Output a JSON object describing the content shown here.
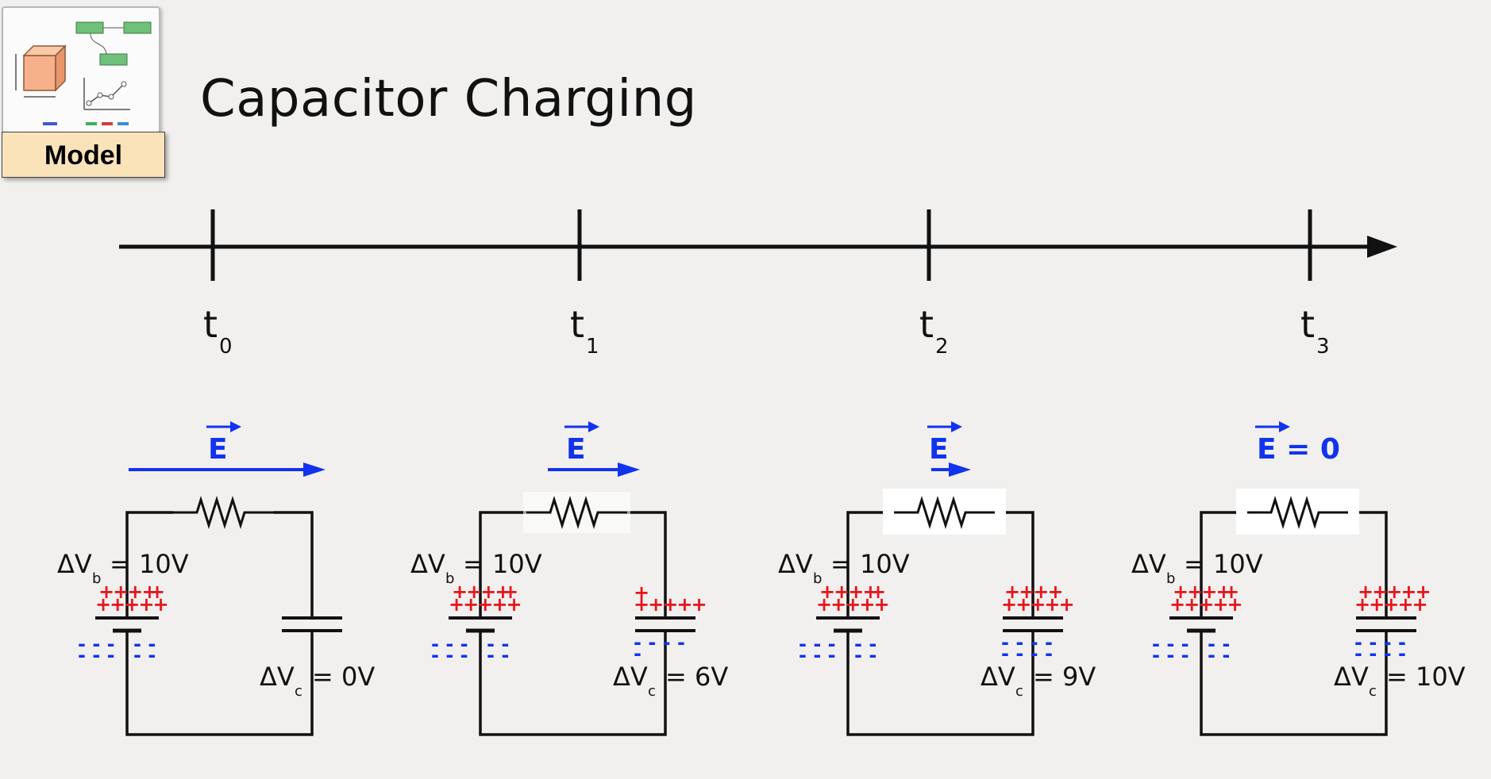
{
  "badge": {
    "label": "Model"
  },
  "title": "Capacitor Charging",
  "timeline": {
    "ticks": [
      {
        "main": "t",
        "sub": "0"
      },
      {
        "main": "t",
        "sub": "1"
      },
      {
        "main": "t",
        "sub": "2"
      },
      {
        "main": "t",
        "sub": "3"
      }
    ]
  },
  "colors": {
    "field": "#1133ee",
    "positive": "#e8141c",
    "negative": "#1133ee",
    "wire": "#111111",
    "badge_bg": "#fbe3b9"
  },
  "circuits": [
    {
      "field_label": "E",
      "field_suffix": "",
      "field_strength": 1.0,
      "battery": {
        "label": "ΔV",
        "sub": "b",
        "value": "= 10V"
      },
      "capacitor": {
        "label": "ΔV",
        "sub": "c",
        "value": "= 0V",
        "charge": 0
      }
    },
    {
      "field_label": "E",
      "field_suffix": "",
      "field_strength": 0.4,
      "battery": {
        "label": "ΔV",
        "sub": "b",
        "value": "= 10V"
      },
      "capacitor": {
        "label": "ΔV",
        "sub": "c",
        "value": "= 6V",
        "charge": 0.6
      }
    },
    {
      "field_label": "E",
      "field_suffix": "",
      "field_strength": 0.1,
      "battery": {
        "label": "ΔV",
        "sub": "b",
        "value": "= 10V"
      },
      "capacitor": {
        "label": "ΔV",
        "sub": "c",
        "value": "= 9V",
        "charge": 0.9
      }
    },
    {
      "field_label": "E",
      "field_suffix": " = 0",
      "field_strength": 0,
      "battery": {
        "label": "ΔV",
        "sub": "b",
        "value": "= 10V"
      },
      "capacitor": {
        "label": "ΔV",
        "sub": "c",
        "value": "= 10V",
        "charge": 1.0
      }
    }
  ]
}
